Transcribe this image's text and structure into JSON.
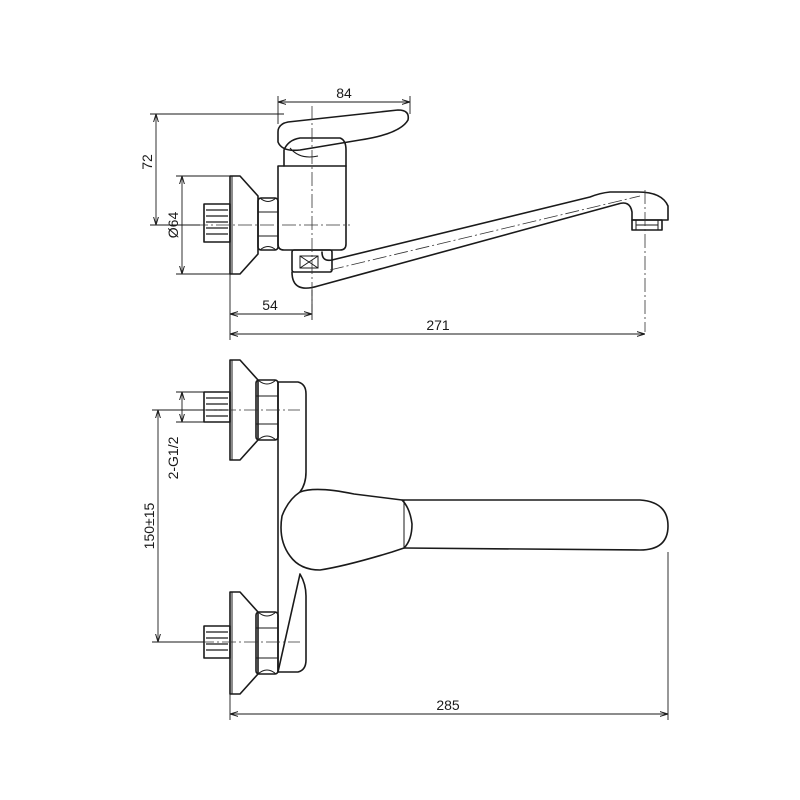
{
  "drawing": {
    "dimensions": {
      "handle_width": "84",
      "body_height": "72",
      "flange_diameter": "Ø64",
      "wall_offset": "54",
      "spout_reach": "271",
      "thread_spec": "2-G1/2",
      "inlet_spacing": "150±15",
      "overall_length": "285"
    }
  }
}
